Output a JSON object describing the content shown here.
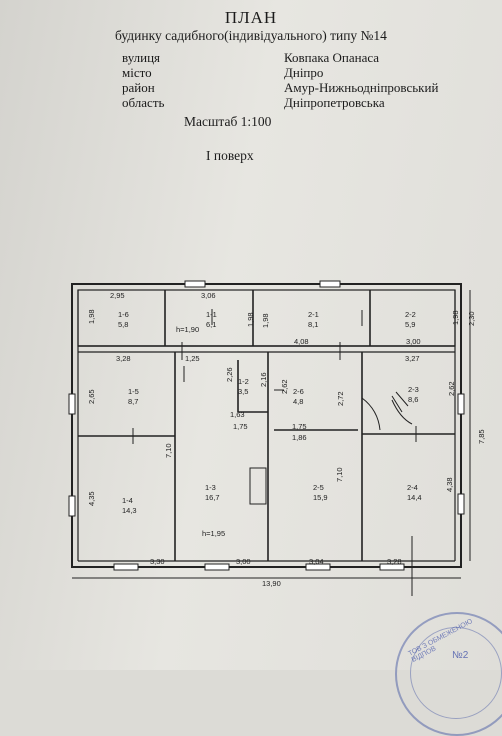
{
  "header": {
    "title": "ПЛАН",
    "subtitle": "будинку садибного(індивідуального) типу №14"
  },
  "address": [
    {
      "label": "вулиця",
      "value": "Ковпака Опанаса"
    },
    {
      "label": "місто",
      "value": "Дніпро"
    },
    {
      "label": "район",
      "value": "Амур-Нижньодніпровський"
    },
    {
      "label": "область",
      "value": "Дніпропетровська"
    }
  ],
  "scale": "Масштаб 1:100",
  "floor": "І поверх",
  "rooms": [
    {
      "id": "1-6",
      "area": "5,8"
    },
    {
      "id": "1-1",
      "area": "6,1"
    },
    {
      "id": "2-1",
      "area": "8,1"
    },
    {
      "id": "2-2",
      "area": "5,9"
    },
    {
      "id": "1-5",
      "area": "8,7"
    },
    {
      "id": "1-2",
      "area": "3,5"
    },
    {
      "id": "2-6",
      "area": "4,8"
    },
    {
      "id": "2-3",
      "area": "8,6"
    },
    {
      "id": "1-4",
      "area": "14,3"
    },
    {
      "id": "1-3",
      "area": "16,7"
    },
    {
      "id": "2-5",
      "area": "15,9"
    },
    {
      "id": "2-4",
      "area": "14,4"
    }
  ],
  "dimensions": [
    "2,95",
    "3,06",
    "1,98",
    "1,98",
    "1,98",
    "1,98",
    "2,30",
    "h=1,90",
    "4,08",
    "3,28",
    "1,25",
    "3,00",
    "3,27",
    "2,65",
    "2,26",
    "2,16",
    "2,62",
    "2,72",
    "2,62",
    "1,63",
    "1,75",
    "1,75",
    "1,86",
    "7,10",
    "7,10",
    "7,85",
    "4,35",
    "4,38",
    "h=1,95",
    "3,30",
    "3,00",
    "3,04",
    "3,28",
    "13,90"
  ],
  "stamp": {
    "text": "ТОВ З ОБМЕЖЕНОЮ ВІДПОВ",
    "number": "№2"
  }
}
